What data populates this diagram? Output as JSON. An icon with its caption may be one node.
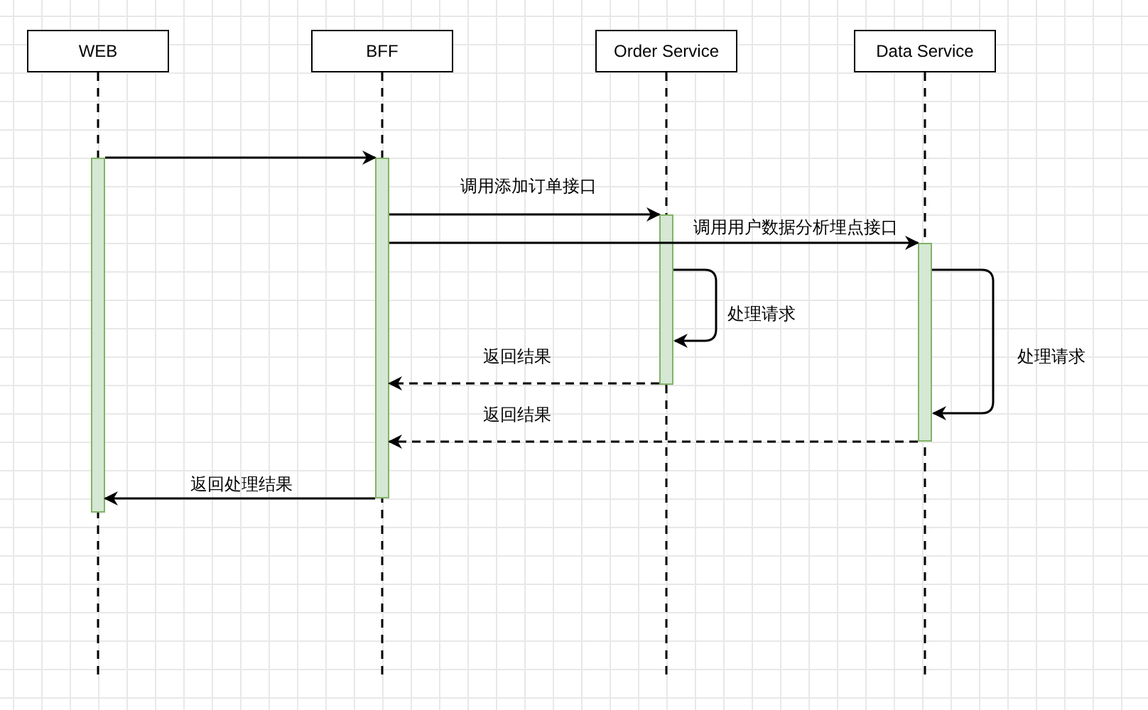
{
  "diagram": {
    "nodes": [
      {
        "text": [
          "WEB"
        ]
      },
      {
        "text": [
          "BFF"
        ]
      },
      {
        "text": [
          "Order Service"
        ]
      },
      {
        "text": [
          "Data Service"
        ]
      },
      {
        "text": [],
        "shape": "bar"
      },
      {
        "text": [],
        "shape": "bar"
      },
      {
        "text": [],
        "shape": "bar"
      },
      {
        "text": [],
        "shape": "bar"
      }
    ],
    "edges": [
      {
        "from": 4,
        "to": 5,
        "arrow": "to"
      },
      {
        "from": 5,
        "to": 6,
        "arrow": "to",
        "label": "调用添加订单接口"
      },
      {
        "from": 5,
        "to": 7,
        "arrow": "to",
        "label": "调用用户数据分析埋点接口"
      },
      {
        "from": 6,
        "to": 6,
        "arrow": "to",
        "label": "处理请求"
      },
      {
        "from": 7,
        "to": 7,
        "arrow": "to",
        "label": "处理请求"
      },
      {
        "from": 6,
        "to": 5,
        "arrow": "to",
        "label": "返回结果",
        "style": "dashed"
      },
      {
        "from": 7,
        "to": 5,
        "arrow": "to",
        "label": "返回结果",
        "style": "dashed"
      },
      {
        "from": 5,
        "to": 4,
        "arrow": "to",
        "label": "返回处理结果"
      }
    ]
  }
}
